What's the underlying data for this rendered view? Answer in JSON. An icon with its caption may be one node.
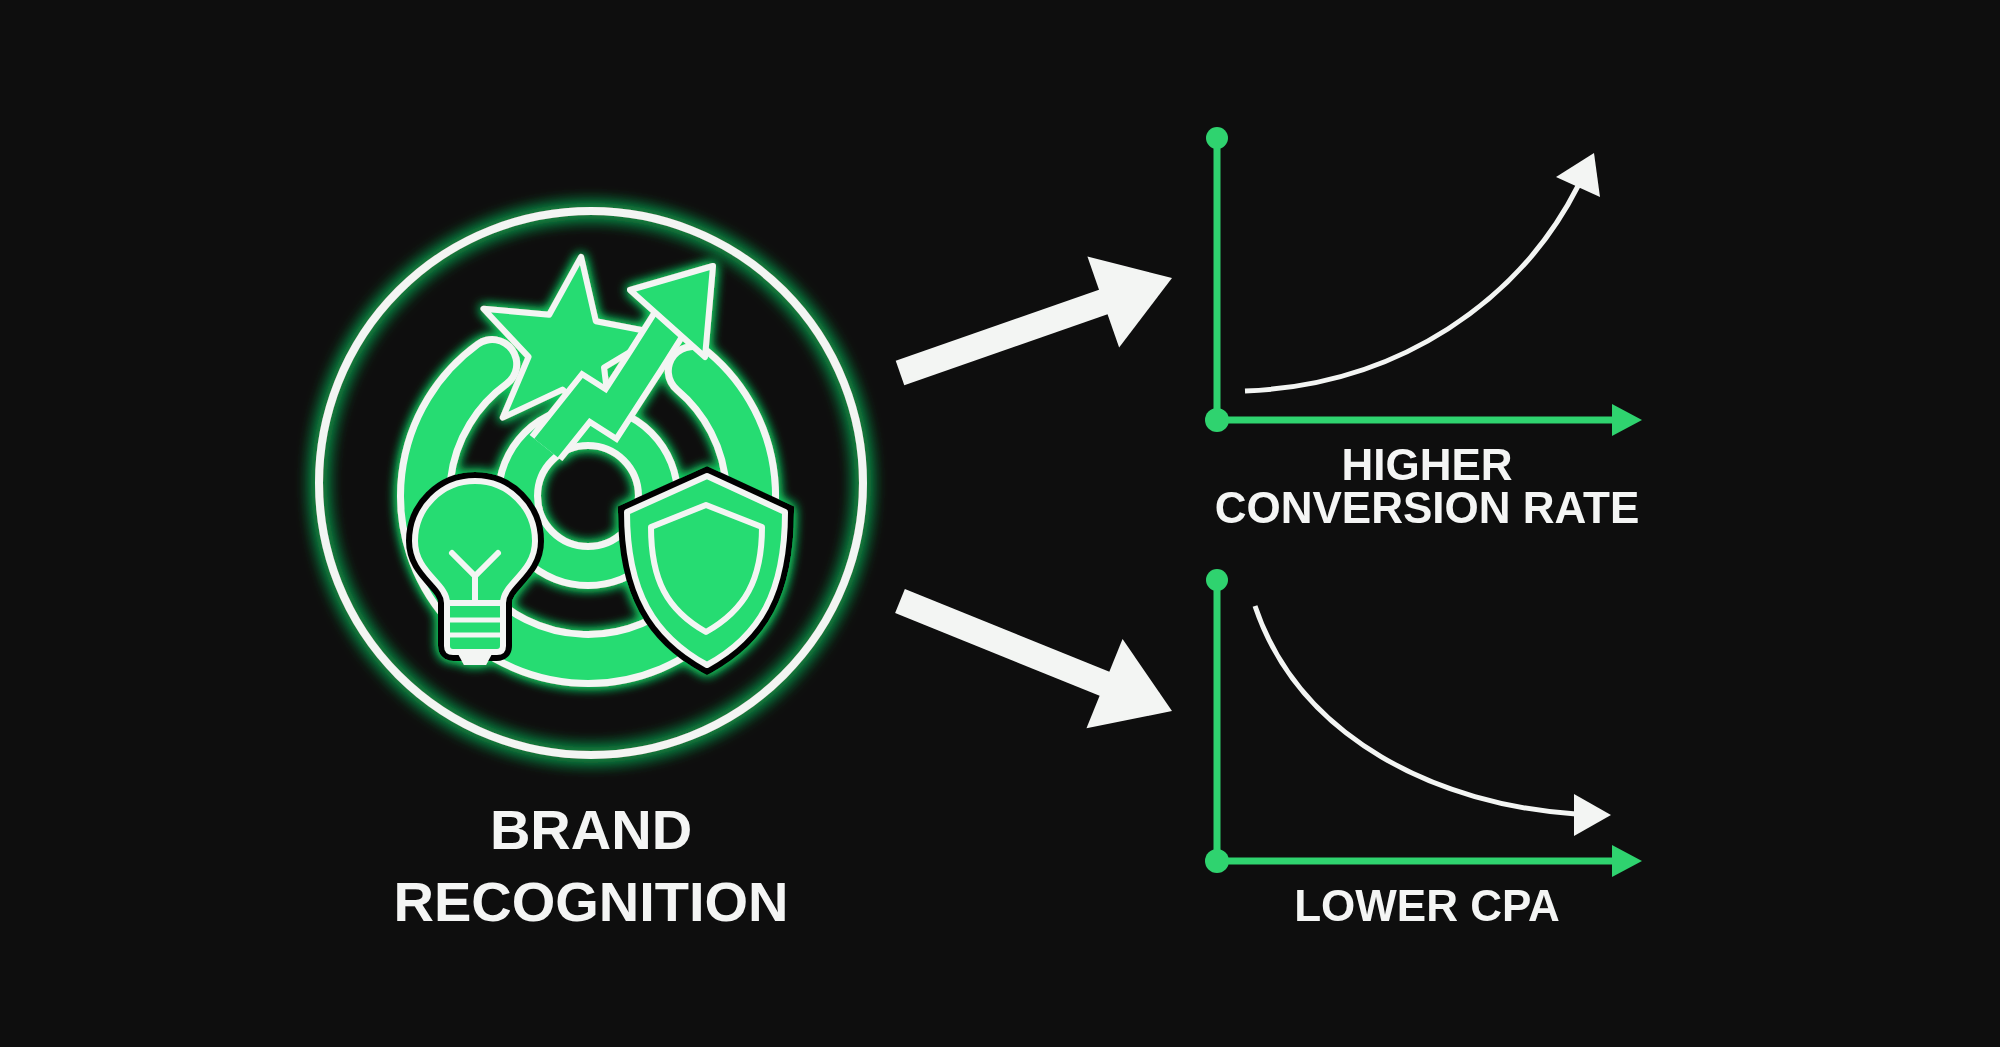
{
  "diagram": {
    "nodes": [
      {
        "text": [
          "BRAND RECOGNITION"
        ]
      },
      {
        "text": [
          "HIGHER CONVERSION RATE"
        ]
      },
      {
        "text": [
          "LOWER CPA"
        ]
      }
    ],
    "edges": [
      {
        "from": 0,
        "to": 1,
        "arrow": "to"
      },
      {
        "from": 0,
        "to": 2,
        "arrow": "to"
      }
    ]
  }
}
